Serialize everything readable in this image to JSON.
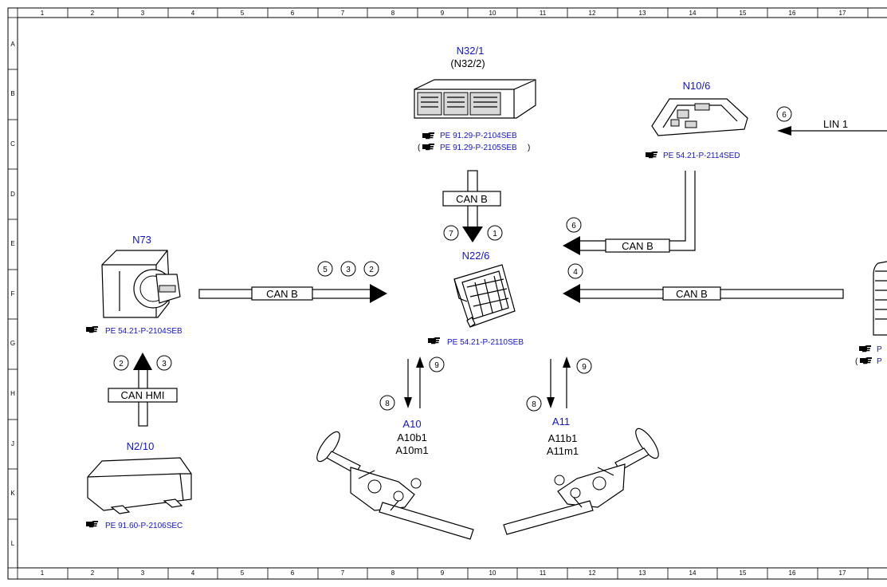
{
  "grid": {
    "columns": [
      "1",
      "2",
      "3",
      "4",
      "5",
      "6",
      "7",
      "8",
      "9",
      "10",
      "11",
      "12",
      "13",
      "14",
      "15",
      "16",
      "17"
    ],
    "rows": [
      "A",
      "B",
      "C",
      "D",
      "E",
      "F",
      "G",
      "H",
      "J",
      "K",
      "L"
    ]
  },
  "components": {
    "n32_1": {
      "id": "N32/1",
      "alt": "(N32/2)",
      "ref1": "PE 91.29-P-2104SEB",
      "ref2": "PE 91.29-P-2105SEB",
      "ref2_open": "(",
      "ref2_close": ")"
    },
    "n10_6": {
      "id": "N10/6",
      "ref": "PE 54.21-P-2114SED"
    },
    "n73": {
      "id": "N73",
      "ref": "PE 54.21-P-2104SEB"
    },
    "n22_6": {
      "id": "N22/6",
      "ref": "PE 54.21-P-2110SEB"
    },
    "n2_10": {
      "id": "N2/10",
      "ref": "PE 91.60-P-2106SEC"
    },
    "a10": {
      "id": "A10",
      "sub1": "A10b1",
      "sub2": "A10m1"
    },
    "a11": {
      "id": "A11",
      "sub1": "A11b1",
      "sub2": "A11m1"
    },
    "right_edge": {
      "ref1": "P",
      "ref2": "P",
      "ref2_open": "("
    }
  },
  "buses": {
    "can_b_top": "CAN B",
    "can_b_left": "CAN B",
    "can_b_right_upper": "CAN B",
    "can_b_right_lower": "CAN B",
    "lin1": "LIN 1",
    "can_hmi": "CAN HMI"
  },
  "markers": {
    "lin_6": "6",
    "top_7": "7",
    "top_1": "1",
    "right_6": "6",
    "right_4": "4",
    "left_5": "5",
    "left_3": "3",
    "left_2": "2",
    "hmi_2": "2",
    "hmi_3": "3",
    "a10_9": "9",
    "a10_8": "8",
    "a11_9": "9",
    "a11_8": "8"
  },
  "icons": {
    "reference": "pointing-hand-icon"
  }
}
